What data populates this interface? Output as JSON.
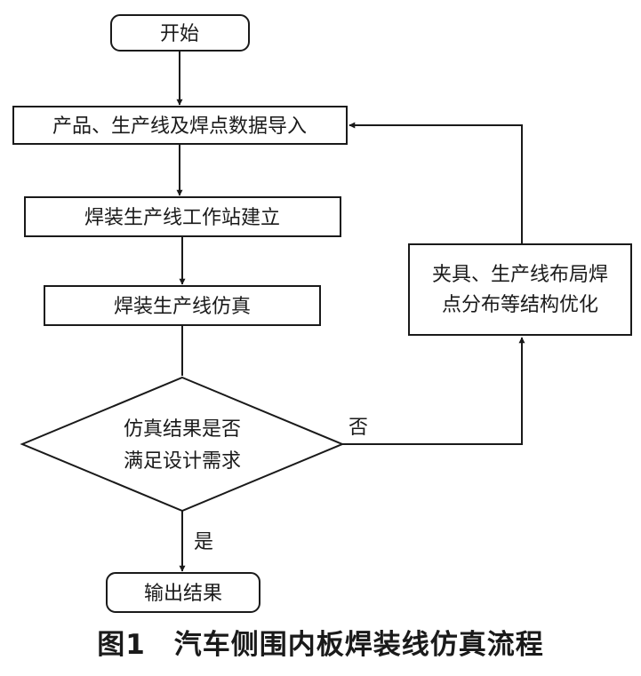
{
  "nodes": {
    "start": "开始",
    "import": "产品、生产线及焊点数据导入",
    "build": "焊装生产线工作站建立",
    "simulate": "焊装生产线仿真",
    "decision_line1": "仿真结果是否",
    "decision_line2": "满足设计需求",
    "optimize_line1": "夹具、生产线布局焊",
    "optimize_line2": "点分布等结构优化",
    "output": "输出结果"
  },
  "edges": {
    "no_label": "否",
    "yes_label": "是"
  },
  "caption": "图1　汽车侧围内板焊装线仿真流程"
}
